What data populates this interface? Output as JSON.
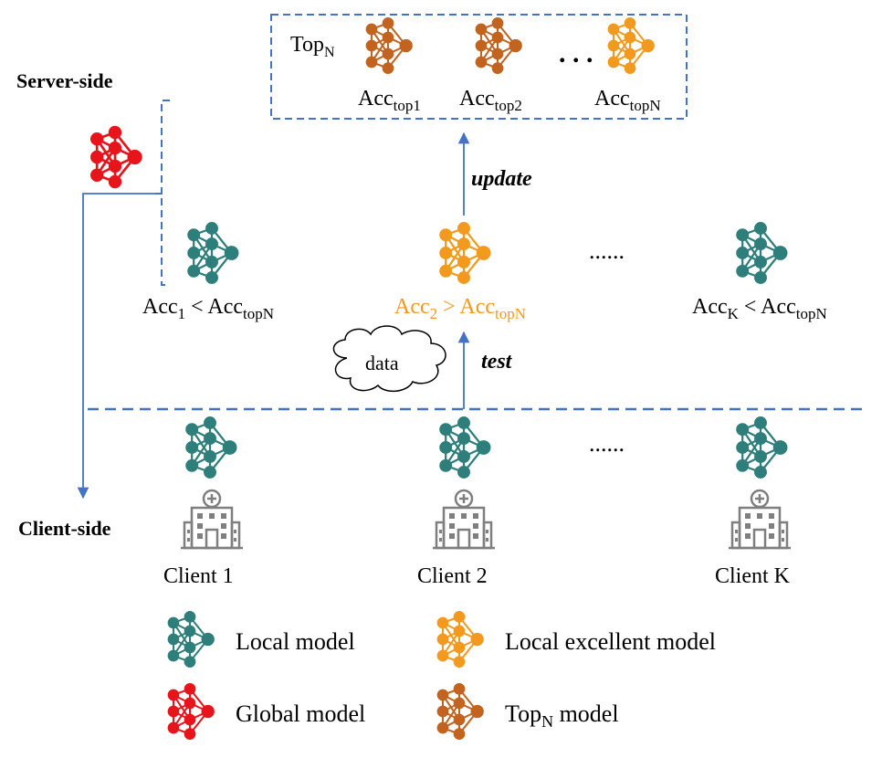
{
  "colors": {
    "local": "#2e7f7c",
    "global": "#e8141c",
    "excellent": "#f39a1e",
    "topn": "#c2631f",
    "arrow": "#4472c4",
    "dashed": "#4472c4",
    "building": "#7f7f7f",
    "text": "#000000"
  },
  "labels": {
    "server_side": "Server-side",
    "client_side": "Client-side",
    "update": "update",
    "test": "test",
    "data": "data",
    "ellipsis_top": ". . .",
    "ellipsis_mid": "......",
    "ellipsis_client": "......"
  },
  "topn_box": {
    "title": "Top",
    "title_sub": "N",
    "items": [
      {
        "base": "Acc",
        "sub": "top1"
      },
      {
        "base": "Acc",
        "sub": "top2"
      },
      {
        "base": "Acc",
        "sub": "topN"
      }
    ]
  },
  "comparisons": [
    {
      "left": "Acc",
      "left_sub": "1",
      "op": "<",
      "right": "Acc",
      "right_sub": "topN"
    },
    {
      "left": "Acc",
      "left_sub": "2",
      "op": ">",
      "right": "Acc",
      "right_sub": "topN"
    },
    {
      "left": "Acc",
      "left_sub": "K",
      "op": "<",
      "right": "Acc",
      "right_sub": "topN"
    }
  ],
  "clients": [
    "Client 1",
    "Client 2",
    "Client K"
  ],
  "legend": {
    "local": "Local  model",
    "global": "Global  model",
    "excellent": "Local  excellent  model",
    "topn_base": "Top",
    "topn_sub": "N",
    "topn_rest": " model"
  }
}
